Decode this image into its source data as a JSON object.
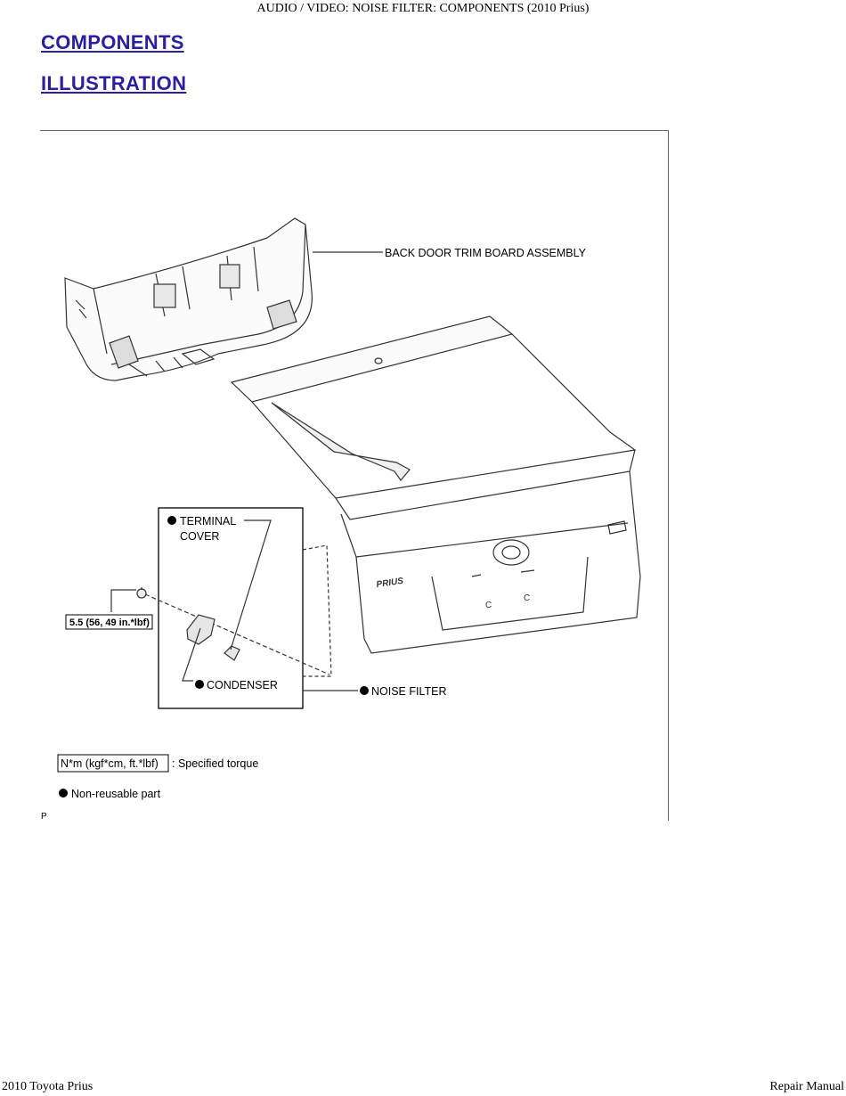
{
  "header": {
    "running_title": "AUDIO / VIDEO: NOISE FILTER: COMPONENTS (2010 Prius)"
  },
  "section_title": "COMPONENTS",
  "subsection_title": "ILLUSTRATION",
  "illustration": {
    "labels": {
      "trim_board": "BACK DOOR TRIM BOARD ASSEMBLY",
      "terminal_cover_line1": "TERMINAL",
      "terminal_cover_line2": "COVER",
      "condenser": "CONDENSER",
      "noise_filter": "NOISE FILTER",
      "torque": "5.5 (56, 49 in.*lbf)",
      "badge": "PRIUS",
      "plate_c1": "C",
      "plate_c2": "C"
    },
    "legend": {
      "torque_unit": "N*m (kgf*cm, ft.*lbf)",
      "torque_desc": ": Specified torque",
      "non_reusable": "Non-reusable part"
    },
    "corner_mark": "P"
  },
  "footer": {
    "left": "2010 Toyota Prius",
    "right": "Repair Manual"
  }
}
